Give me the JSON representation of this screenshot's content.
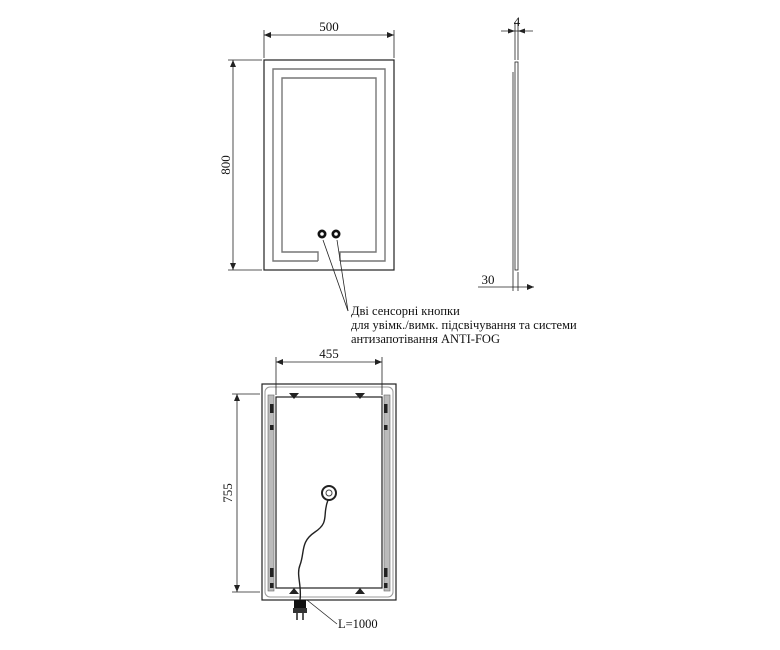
{
  "front_view": {
    "width_label": "500",
    "height_label": "800"
  },
  "side_view": {
    "thickness_label": "4",
    "depth_label": "30"
  },
  "callout": {
    "line1": "Дві сенсорні кнопки",
    "line2": "для увімк./вимк. підсвічування та системи",
    "line3": "антизапотівання ANTI-FOG"
  },
  "rear_view": {
    "width_label": "455",
    "height_label": "755",
    "cable_label": "L=1000"
  },
  "colors": {
    "line": "#222222",
    "frame": "#777777"
  }
}
